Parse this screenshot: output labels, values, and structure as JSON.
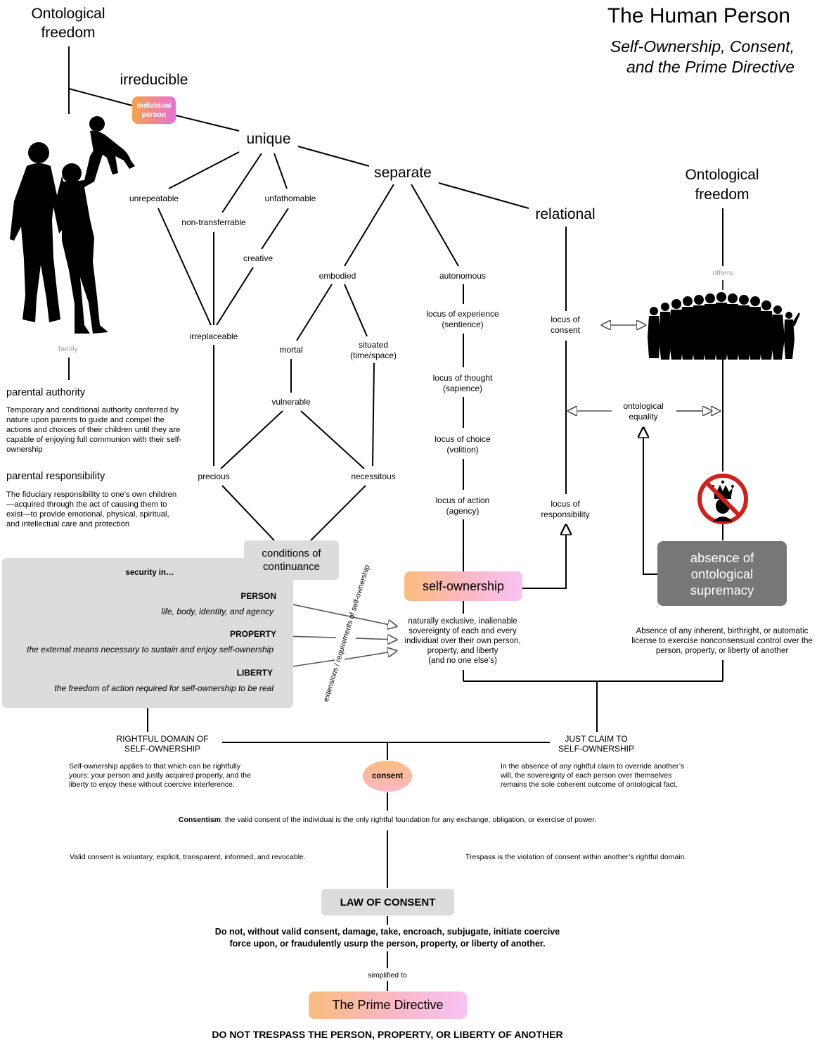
{
  "title": {
    "main": "The Human Person",
    "subtitle_line1": "Self-Ownership, Consent,",
    "subtitle_line2": "and the Prime Directive"
  },
  "ontological_left": {
    "line1": "Ontological",
    "line2": "freedom"
  },
  "ontological_right": {
    "line1": "Ontological",
    "line2": "freedom"
  },
  "irreducible": "irreducible",
  "individual_person": {
    "line1": "individual",
    "line2": "person"
  },
  "unique": "unique",
  "separate": "separate",
  "relational": "relational",
  "unique_children": {
    "unrepeatable": "unrepeatable",
    "non_transferrable": "non-transferrable",
    "unfathomable": "unfathomable",
    "creative": "creative",
    "irreplaceable": "irreplaceable"
  },
  "separate_children": {
    "embodied": "embodied",
    "mortal": "mortal",
    "situated_1": "situated",
    "situated_2": "(time/space)",
    "vulnerable": "vulnerable",
    "precious": "precious",
    "necessitous": "necessitous",
    "autonomous": "autonomous"
  },
  "loci": {
    "experience": [
      "locus of experience",
      "(sentience)"
    ],
    "thought": [
      "locus of thought",
      "(sapience)"
    ],
    "choice": [
      "locus of choice",
      "(volition)"
    ],
    "action": [
      "locus of action",
      "(agency)"
    ],
    "consent": [
      "locus of",
      "consent"
    ],
    "responsibility": [
      "locus of",
      "responsibility"
    ]
  },
  "others": "others",
  "family": "family",
  "ontological_equality": [
    "ontological",
    "equality"
  ],
  "parental": {
    "authority_title": "parental authority",
    "authority_text": "Temporary and conditional authority conferred by nature upon parents to guide and compel the actions and choices of their children until they are capable of enjoying full communion with their self-ownership",
    "responsibility_title": "parental responsibility",
    "responsibility_text": "The fiduciary responsibility to one’s own children—acquired through the act of causing them to exist—to provide emotional, physical, spiritual, and intellectual care and protection"
  },
  "conditions": [
    "conditions of",
    "continuance"
  ],
  "security": {
    "heading": "security in…",
    "person": "PERSON",
    "person_desc": "life, body, identity, and agency",
    "property": "PROPERTY",
    "property_desc": "the external means necessary to sustain and enjoy self-ownership",
    "liberty": "LIBERTY",
    "liberty_desc": "the freedom of action required for self-ownership to be real"
  },
  "extensions_label": "extensions / requirements of self-ownership",
  "self_ownership": "self-ownership",
  "self_ownership_def": [
    "naturally exclusive, inalienable",
    "sovereignty of each and every",
    "individual over their own person,",
    "property, and liberty",
    "(and no one else’s)"
  ],
  "absence_box": [
    "absence of",
    "ontological",
    "supremacy"
  ],
  "absence_text": "Absence of any inherent, birthright, or automatic license to exercise nonconsensual control over the person, property, or liberty of another",
  "rightful_domain": [
    "RIGHTFUL DOMAIN OF",
    "SELF-OWNERSHIP"
  ],
  "rightful_domain_text": "Self-ownership applies to that which can be rightfully yours: your person and justly acquired property, and the liberty to enjoy these without coercive interference.",
  "just_claim": [
    "JUST CLAIM TO",
    "SELF-OWNERSHIP"
  ],
  "just_claim_text": "In the absence of any rightful claim to override another’s will, the sovereignty of each person over themselves remains the sole coherent outcome of ontological fact.",
  "consent": "consent",
  "consentism_bold": "Consentism",
  "consentism_text": ": the valid consent of the individual is the only rightful foundation for any exchange, obligation, or exercise of power.",
  "valid_consent": "Valid consent is voluntary, explicit, transparent, informed, and revocable.",
  "trespass": "Trespass is the violation of consent within another’s rightful domain.",
  "law_of_consent": "LAW OF CONSENT",
  "law_text": [
    "Do not, without valid consent, damage, take, encroach, subjugate, initiate coercive",
    "force upon, or fraudulently usurp the person, property, or liberty of another."
  ],
  "simplified_to": "simplified to",
  "prime_directive": "The Prime Directive",
  "prime_text": "DO NOT TRESPASS THE PERSON, PROPERTY, OR LIBERTY OF ANOTHER",
  "colors": {
    "accent_gradient_start": "#f9bd7d",
    "accent_gradient_end": "#f7c3f2",
    "grey_box": "#dcdcdc",
    "dark_box": "#777777",
    "no_symbol": "#d0201a"
  },
  "icons": [
    "family-silhouette-icon",
    "crowd-silhouette-icon",
    "no-king-icon"
  ]
}
